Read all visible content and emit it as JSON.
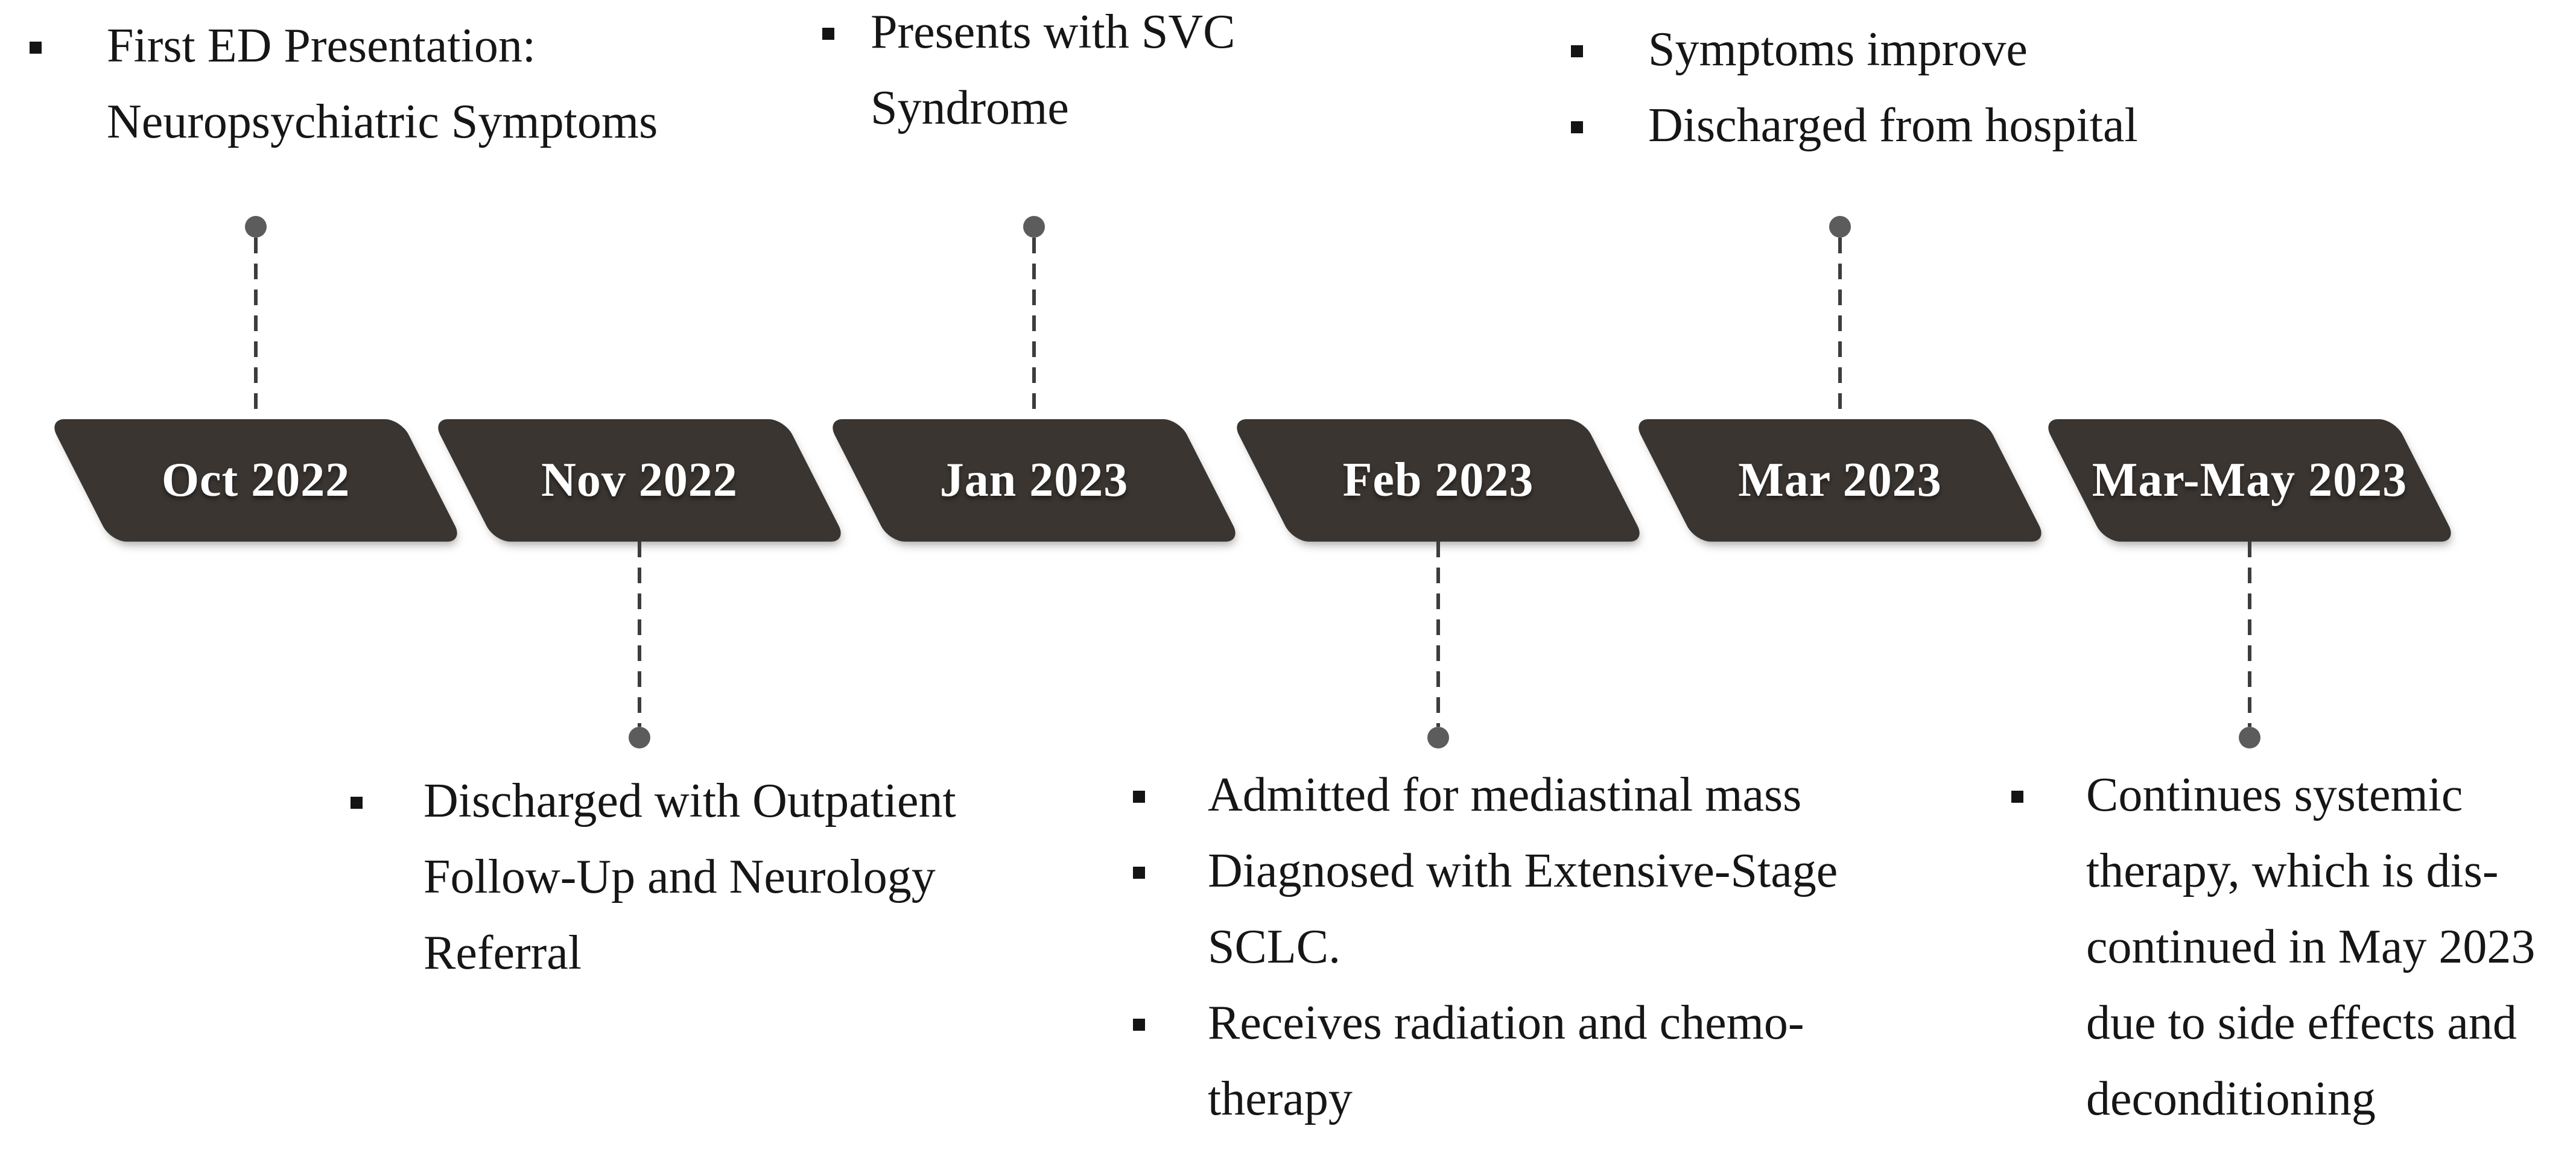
{
  "figure_type": "clinical-course-timeline",
  "colors": {
    "background": "#ffffff",
    "plate_fill": "#3a3531",
    "plate_text": "#ffffff",
    "connector_dash": "#3d3d3d",
    "connector_dot": "#5c5c5c",
    "body_text": "#161616",
    "bullet": "#141414"
  },
  "milestones": [
    {
      "date": "Oct 2022",
      "side": "top",
      "items": [
        [
          "First ED Presentation:",
          "Neuropsychiatric Symptoms"
        ]
      ]
    },
    {
      "date": "Nov 2022",
      "side": "bottom",
      "items": [
        [
          "Discharged with Outpatient",
          "Follow-Up and Neurology",
          "Referral"
        ]
      ]
    },
    {
      "date": "Jan 2023",
      "side": "top",
      "items": [
        [
          "Presents with SVC",
          "Syndrome"
        ]
      ]
    },
    {
      "date": "Feb 2023",
      "side": "bottom",
      "items": [
        [
          "Admitted for mediastinal mass"
        ],
        [
          "Diagnosed with Extensive-Stage",
          "SCLC."
        ],
        [
          "Receives radiation and chemo-",
          "therapy"
        ]
      ]
    },
    {
      "date": "Mar 2023",
      "side": "top",
      "items": [
        [
          "Symptoms improve"
        ],
        [
          "Discharged from hospital"
        ]
      ]
    },
    {
      "date": "Mar-May 2023",
      "side": "bottom",
      "items": [
        [
          "Continues systemic",
          "therapy, which is dis-",
          "continued in May 2023",
          "due to side effects and",
          "deconditioning"
        ]
      ]
    }
  ]
}
